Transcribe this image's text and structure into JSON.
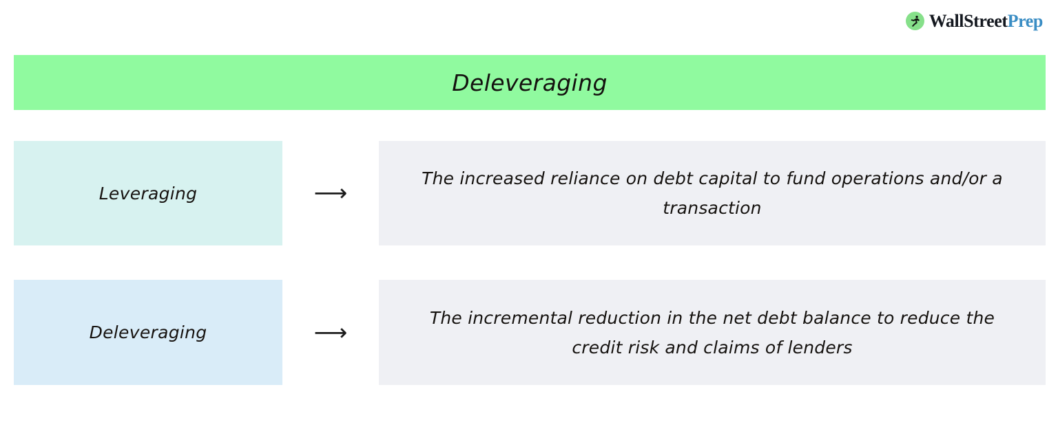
{
  "brand": {
    "mark_icon": "running-figure-icon",
    "mark_bg": "#86e08a",
    "word_1": "Wall",
    "word_2": "Street",
    "word_3": "Prep",
    "word_3_color": "#3a8dc4"
  },
  "banner": {
    "title": "Deleveraging",
    "background": "#90fa9f"
  },
  "rows": [
    {
      "term": "Leveraging",
      "term_background": "#d7f2f0",
      "arrow": "⟶",
      "arrow_icon": "long-right-arrow-icon",
      "description": "The increased reliance on debt capital to fund operations and/or a transaction",
      "description_background": "#eff0f4"
    },
    {
      "term": "Deleveraging",
      "term_background": "#d9ecf8",
      "arrow": "⟶",
      "arrow_icon": "long-right-arrow-icon",
      "description": "The incremental reduction in the net debt balance to reduce the credit risk and claims of lenders",
      "description_background": "#eff0f4"
    }
  ]
}
